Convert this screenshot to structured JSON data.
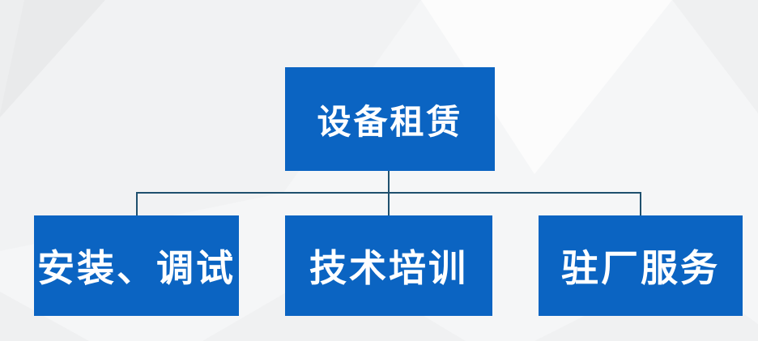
{
  "diagram": {
    "root": {
      "label": "设备租赁"
    },
    "children": [
      {
        "label": "安装、调试"
      },
      {
        "label": "技术培训"
      },
      {
        "label": "驻厂服务"
      }
    ]
  },
  "colors": {
    "node_fill": "#0b64c2",
    "node_text": "#ffffff",
    "connector": "#1f506e",
    "background": "#f5f6f7"
  }
}
